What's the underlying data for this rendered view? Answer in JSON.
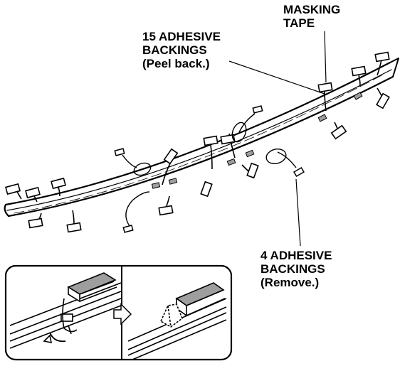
{
  "labels": {
    "masking_tape": [
      "MASKING",
      "TAPE"
    ],
    "peel_back": [
      "15 ADHESIVE",
      "BACKINGS",
      "(Peel back.)"
    ],
    "remove": [
      "4 ADHESIVE",
      "BACKINGS",
      "(Remove.)"
    ]
  },
  "colors": {
    "stroke": "#000000",
    "tape_fill": "#9e9e9e",
    "background": "#ffffff"
  },
  "icons": {
    "step_arrow": "right-arrow-outline-icon",
    "peel_arrow": "curved-arrow-icon"
  }
}
